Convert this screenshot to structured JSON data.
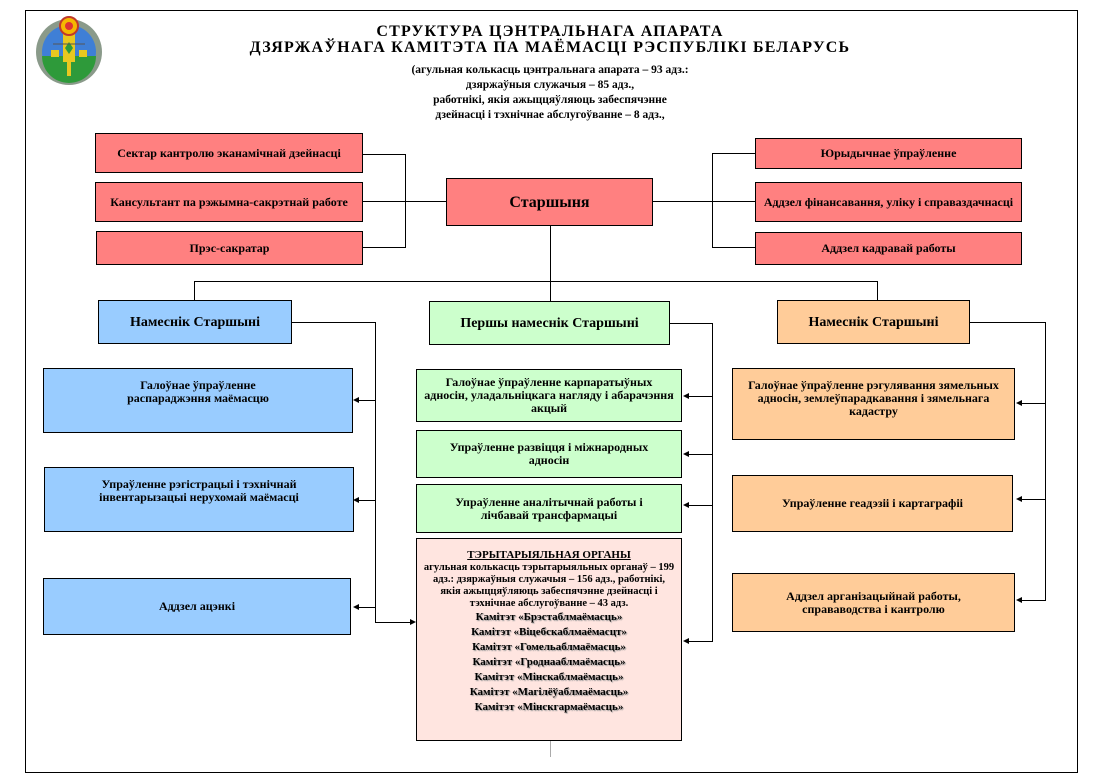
{
  "colors": {
    "red": "#ff8080",
    "blue": "#99ccff",
    "green": "#ccffcc",
    "orange": "#ffcc99",
    "pink": "#ffe5e0"
  },
  "header": {
    "emblem": "state-property-committee-emblem",
    "title_line1": "СТРУКТУРА ЦЭНТРАЛЬНАГА АПАРАТА",
    "title_line2": "ДЗЯРЖАЎНАГА КАМІТЭТА ПА МАЁМАСЦІ РЭСПУБЛІКІ БЕЛАРУСЬ",
    "summary": [
      "(агульная колькасць цэнтральнага апарата – 93 адз.:",
      "дзяржаўныя служачыя – 85 адз.,",
      "работнікі, якія ажыццяўляюць забеспячэнне",
      "дзейнасці і тэхнічнае абслугоўванне – 8 адз.,"
    ]
  },
  "chairman": {
    "label": "Старшыня",
    "left_units": [
      "Сектар кантролю эканамічнай дзейнасці",
      "Кансультант па рэжымна-сакрэтнай работе",
      "Прэс-сакратар"
    ],
    "right_units": [
      "Юрыдычнае ўпраўленне",
      "Аддзел фінансавання, уліку і справаздачнасці",
      "Аддзел кадравай работы"
    ]
  },
  "deputies": [
    {
      "label": "Намеснік Старшыні",
      "units": [
        "Галоўнае ўпраўленне распараджэння маёмасцю",
        "Упраўленне рэгістрацыі і тэхнічнай інвентарызацыі нерухомай маёмасці",
        "Аддзел ацэнкі"
      ]
    },
    {
      "label": "Першы намеснік Старшыні",
      "units": [
        "Галоўнае ўпраўленне карпаратыўных адносін, уладальніцкага нагляду і абарачэння акцый",
        "Упраўленне развіцця і міжнародных адносін",
        "Упраўленне аналітычнай работы і лічбавай трансфармацыі"
      ]
    },
    {
      "label": "Намеснік Старшыні",
      "units": [
        "Галоўнае ўпраўленне рэгулявання зямельных адносін, землеўпарадкавання і зямельнага кадастру",
        "Упраўленне геадэзіі і картаграфіі",
        "Аддзел арганізацыйнай работы, справаводства і кантролю"
      ]
    }
  ],
  "territorial": {
    "heading": "ТЭРЫТАРЫЯЛЬНАЯ ОРГАНЫ",
    "description": "агульная колькасць тэрытарыяльных органаў – 199 адз.: дзяржаўныя служачыя – 156 адз., работнікі, якія ажыццяўляюць забеспячэнне дзейнасці і тэхнічнае абслугоўванне – 43 адз.",
    "committees": [
      "Камітэт «Брэстаблмаёмасць»",
      "Камітэт «Віцебскаблмаёмасцт»",
      "Камітэт «Гомельаблмаёмасць»",
      "Камітэт «Гроднааблмаёмасць»",
      "Камітэт «Мінскаблмаёмасць»",
      "Камітэт «Магілёўаблмаёмасць»",
      "Камітэт «Мінскгармаёмасць»"
    ]
  }
}
